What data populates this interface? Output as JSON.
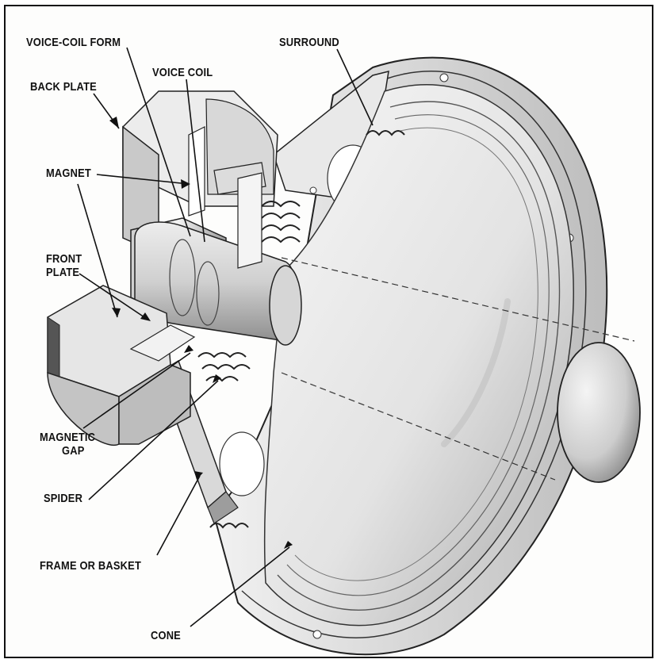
{
  "labels": {
    "voice_coil_form": "VOICE-COIL FORM",
    "surround": "SURROUND",
    "voice_coil": "VOICE COIL",
    "back_plate": "BACK PLATE",
    "magnet": "MAGNET",
    "front_plate_1": "FRONT",
    "front_plate_2": "PLATE",
    "magnetic_gap_1": "MAGNETIC",
    "magnetic_gap_2": "GAP",
    "spider": "SPIDER",
    "frame_or_basket": "FRAME OR BASKET",
    "cone": "CONE"
  },
  "colors": {
    "ink": "#111111",
    "paper": "#fdfdfc",
    "shade_dark": "#6e6e6e",
    "shade_mid": "#b8b8b8",
    "shade_light": "#e4e4e4"
  }
}
